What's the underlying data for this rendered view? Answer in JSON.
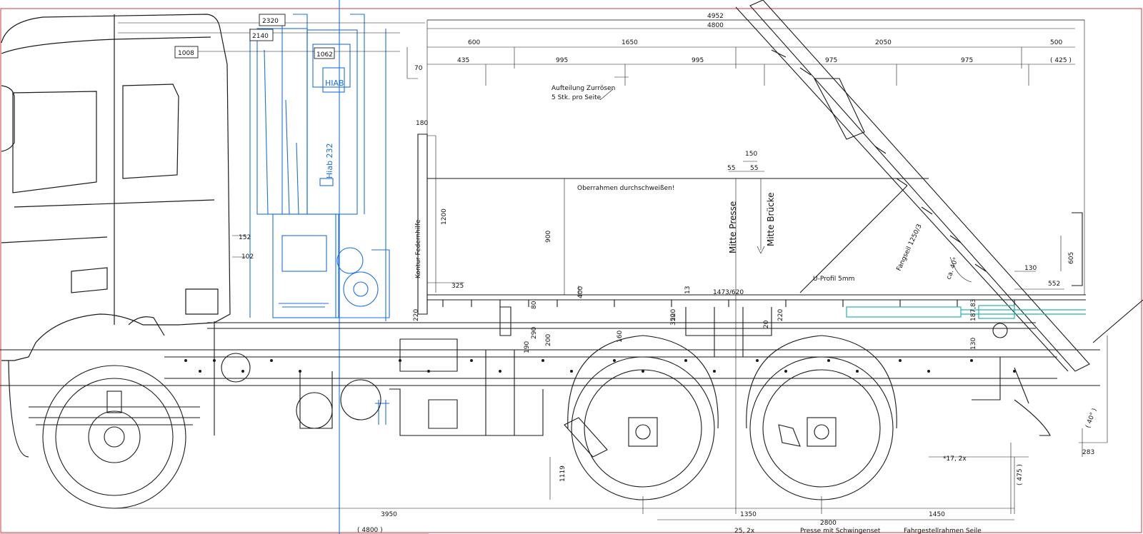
{
  "colors": {
    "outline": "#1a1a1a",
    "crane": "#1b6fe0",
    "hydraulic": "#2ab0b0",
    "border": "#d23a3a",
    "paper": "#ffffff"
  },
  "crane": {
    "model_label": "Hiab 232",
    "logo_text": "HIAB"
  },
  "dimensions": {
    "top_overall": "4952",
    "top_body": "4800",
    "segments_row1": [
      "600",
      "1650",
      "2050",
      "500"
    ],
    "segments_row2": [
      "435",
      "995",
      "995",
      "975",
      "975",
      "( 425 )"
    ],
    "cab_boxes": [
      "2320",
      "2140",
      "1008",
      "1062"
    ],
    "height_70": "70",
    "height_180": "180",
    "height_1200": "1200",
    "height_900": "900",
    "dim_152": "152",
    "dim_102": "102",
    "dim_325": "325",
    "dim_150": "150",
    "dim_55a": "55",
    "dim_55b": "55",
    "dim_1473": "1473/620",
    "dim_130": "130",
    "dim_552": "552",
    "dim_605": "605",
    "dim_220a": "220",
    "dim_220b": "220",
    "dim_220c": "220",
    "dim_80": "80",
    "dim_400": "400",
    "dim_290": "290",
    "dim_190": "190",
    "dim_200": "200",
    "dim_160": "160",
    "dim_13": "13",
    "dim_350": "350",
    "dim_20": "20",
    "dim_18783": "187,83",
    "dim_130b": "130",
    "dim_1119": "1119",
    "dim_475": "( 475 )",
    "dim_283": "283",
    "angle_40a": "ca. 40°",
    "angle_40b": "( 40° )",
    "note_17": "*17, 2x",
    "bottom_3950": "3950",
    "bottom_1350": "1350",
    "bottom_1450": "1450",
    "bottom_2800": "2800",
    "bottom_4800": "( 4800 )"
  },
  "annotations": {
    "aufteilung_line1": "Aufteilung Zurrösen",
    "aufteilung_line2": "5 Stk. pro Seite",
    "oberrahmen": "Oberrahmen durchschweißen!",
    "mitte_presse": "Mitte Presse",
    "mitte_bruecke": "Mitte Brücke",
    "kontur": "Kontur Federnhilfe",
    "u_profil": "U-Profil 5mm",
    "fangseil": "Fangseil 1250/3",
    "bottom_note1": "Presse mit Schwingenset",
    "bottom_note2": "Fahrgestellrahmen Seile",
    "bottom_note3": "25, 2x"
  }
}
